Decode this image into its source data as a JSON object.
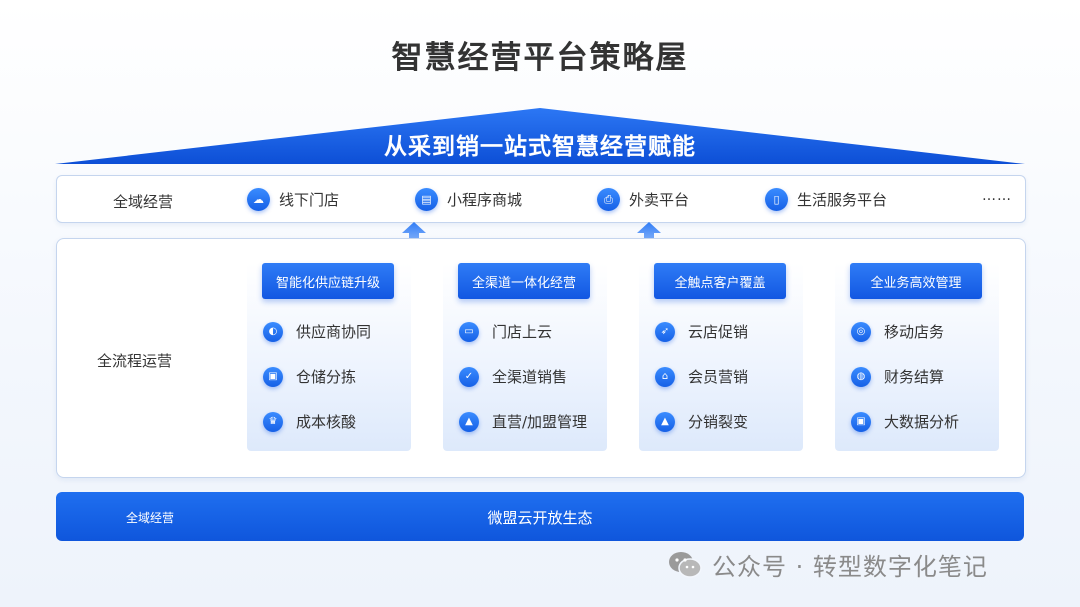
{
  "title": "智慧经营平台策略屋",
  "roof_text": "从采到销一站式智慧经营赋能",
  "colors": {
    "primary": "#1660e6",
    "accent": "#3a8cff",
    "border": "#c5d5ee"
  },
  "row1": {
    "label": "全域经营",
    "channels": [
      {
        "label": "线下门店",
        "icon": "cloud-icon"
      },
      {
        "label": "小程序商城",
        "icon": "storefront-icon"
      },
      {
        "label": "外卖平台",
        "icon": "printer-icon"
      },
      {
        "label": "生活服务平台",
        "icon": "clipboard-icon"
      }
    ],
    "more": "……"
  },
  "row2": {
    "label": "全流程运营",
    "columns": [
      {
        "header": "智能化供应链升级",
        "items": [
          {
            "label": "供应商协同",
            "icon": "coin-icon"
          },
          {
            "label": "仓储分拣",
            "icon": "wallet-icon"
          },
          {
            "label": "成本核酸",
            "icon": "crown-icon"
          }
        ]
      },
      {
        "header": "全渠道一体化经营",
        "items": [
          {
            "label": "门店上云",
            "icon": "folder-icon"
          },
          {
            "label": "全渠道销售",
            "icon": "check-doc-icon"
          },
          {
            "label": "直营/加盟管理",
            "icon": "image-icon"
          }
        ]
      },
      {
        "header": "全触点客户覆盖",
        "items": [
          {
            "label": "云店促销",
            "icon": "rocket-icon"
          },
          {
            "label": "会员营销",
            "icon": "gift-icon"
          },
          {
            "label": "分销裂变",
            "icon": "share-icon"
          }
        ]
      },
      {
        "header": "全业务高效管理",
        "items": [
          {
            "label": "移动店务",
            "icon": "target-icon"
          },
          {
            "label": "财务结算",
            "icon": "globe-icon"
          },
          {
            "label": "大数据分析",
            "icon": "monitor-icon"
          }
        ]
      }
    ]
  },
  "row3": {
    "left": "全域经营",
    "center": "微盟云开放生态"
  },
  "watermark": "公众号 · 转型数字化笔记"
}
